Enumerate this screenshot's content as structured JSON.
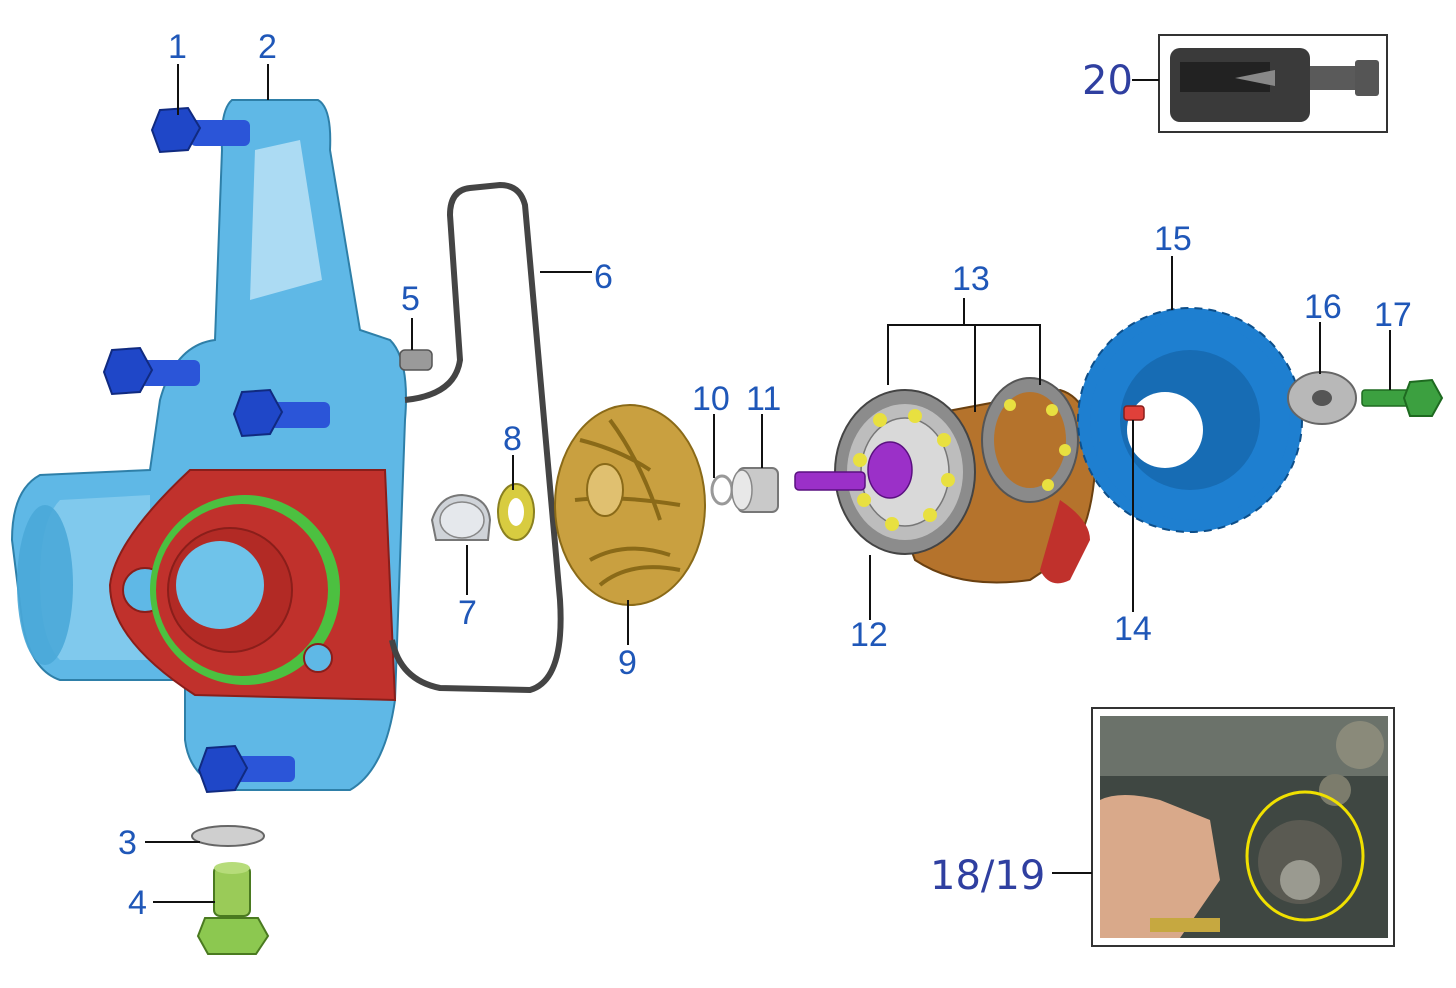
{
  "labels": {
    "l1": "1",
    "l2": "2",
    "l3": "3",
    "l4": "4",
    "l5": "5",
    "l6": "6",
    "l7": "7",
    "l8": "8",
    "l9": "9",
    "l10": "10",
    "l11": "11",
    "l12": "12",
    "l13": "13",
    "l14": "14",
    "l15": "15",
    "l16": "16",
    "l17": "17",
    "l18_19": "18/19",
    "l20": "20"
  },
  "colors": {
    "housing": "#5fb8e6",
    "bolt": "#1f47c8",
    "plate": "#c0312c",
    "seal_ring": "#4cc040",
    "impeller": "#c9a040",
    "gear": "#1e7fd0",
    "shaft": "#9b30c8",
    "bearing_ball": "#e8e040",
    "drain_plug": "#8cc850",
    "bolt17": "#3ca040",
    "pin14": "#e0403a",
    "label": "#1f57b8",
    "photo_label": "#2f3fa0",
    "highlight_circle": "#f0e000"
  }
}
